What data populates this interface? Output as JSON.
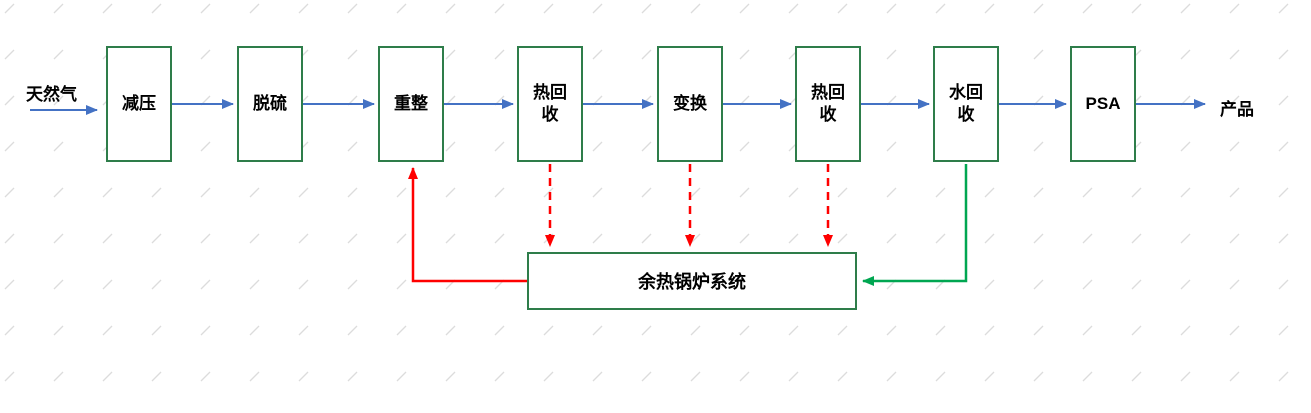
{
  "diagram": {
    "source_label": "天然气",
    "product_label": "产品",
    "process_boxes": [
      {
        "label": "减压"
      },
      {
        "label": "脱硫"
      },
      {
        "label": "重整"
      },
      {
        "label": "热回收"
      },
      {
        "label": "变换"
      },
      {
        "label": "热回收"
      },
      {
        "label": "水回收"
      },
      {
        "label": "PSA"
      }
    ],
    "boiler_label": "余热锅炉系统",
    "colors": {
      "box_border": "#2e7d4a",
      "main_flow_arrow": "#4472c4",
      "heat_return_arrow": "#ff0000",
      "water_return_arrow": "#00a651",
      "text": "#000000",
      "background_tick": "#dcdcdc"
    }
  }
}
